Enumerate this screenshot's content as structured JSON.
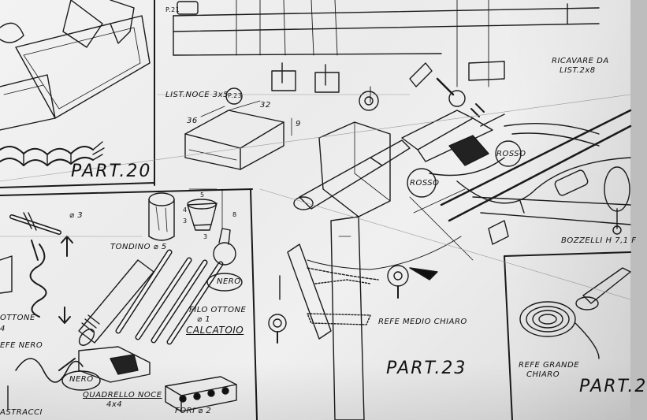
{
  "labels": {
    "part20": "PART.20",
    "part23": "PART.23",
    "part2x": "PART.2",
    "p21": "P.21",
    "p23": "P.23",
    "list_noce": "LIST.NOCE 3x5",
    "dim_32": "32",
    "dim_36": "36",
    "dim_9": "9",
    "ricavare": "RICAVARE DA",
    "list_2x8": "LIST.2x8",
    "rosso_1": "ROSSO",
    "rosso_2": "ROSSO",
    "bozzelli": "BOZZELLI H 7,1 F",
    "dim_3_top": "⌀ 3",
    "tondino": "TONDINO ⌀ 5",
    "dim_5": "5",
    "dim_4": "4",
    "dim_3a": "3",
    "dim_8": "8",
    "dim_3b": "3",
    "nero_1": "NERO",
    "filo_ottone": "FILO OTTONE",
    "filo_dim": "⌀ 1",
    "calcatoio": "CALCATOIO",
    "refe_medio": "REFE MEDIO CHIARO",
    "ottone_partial": "OTTONE",
    "dim_4_left": "4",
    "refe_nero": "EFE NERO",
    "nero_2": "NERO",
    "astracci": "ASTRACCI",
    "quadrello": "QUADRELLO NOCE",
    "quadrello_dim": "4x4",
    "fori": "FORI ⌀ 2",
    "refe_grande": "REFE GRANDE",
    "chiaro": "CHIARO"
  }
}
